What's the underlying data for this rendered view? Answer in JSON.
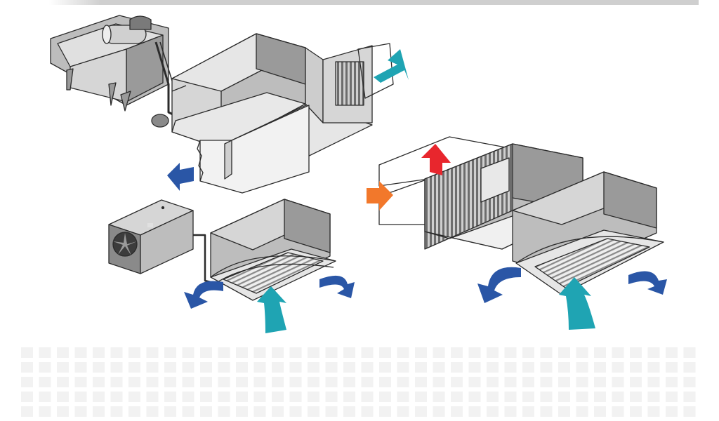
{
  "colors": {
    "background": "#ffffff",
    "unit_gray": "#d6d6d6",
    "unit_dark": "#9a9a9a",
    "unit_mid": "#bdbdbd",
    "outline": "#2b2b2b",
    "exhaust_arrow": "#2a56a6",
    "fresh_air_arrow": "#1fa4b3",
    "hot_arrow": "#e8262d",
    "warm_arrow": "#f2782b",
    "tile": "#f2f2f2",
    "top_gradient_start": "#ffffff",
    "top_gradient_end": "#cfcfcf"
  },
  "systems": [
    {
      "name": "ducted-system-with-outdoor-condenser",
      "components": [
        "condensing-unit",
        "duct-fan-coil",
        "air-filter-section",
        "supply-duct-branch"
      ]
    },
    {
      "name": "cassette-system-with-outdoor-unit",
      "components": [
        "outdoor-unit",
        "ceiling-cassette"
      ]
    },
    {
      "name": "cassette-system-with-heat-recovery",
      "components": [
        "heat-recovery-unit",
        "ceiling-cassette"
      ]
    }
  ],
  "arrows": [
    {
      "id": "fresh-air-in-top",
      "kind": "fresh_air"
    },
    {
      "id": "exhaust-left",
      "kind": "exhaust"
    },
    {
      "id": "hot-air-out",
      "kind": "hot"
    },
    {
      "id": "warm-air-in",
      "kind": "warm"
    },
    {
      "id": "cassette-1-left-out",
      "kind": "exhaust"
    },
    {
      "id": "cassette-1-right-out",
      "kind": "exhaust"
    },
    {
      "id": "cassette-1-return",
      "kind": "fresh_air"
    },
    {
      "id": "cassette-2-left-out",
      "kind": "exhaust"
    },
    {
      "id": "cassette-2-right-out",
      "kind": "exhaust"
    },
    {
      "id": "cassette-2-return",
      "kind": "fresh_air"
    }
  ]
}
